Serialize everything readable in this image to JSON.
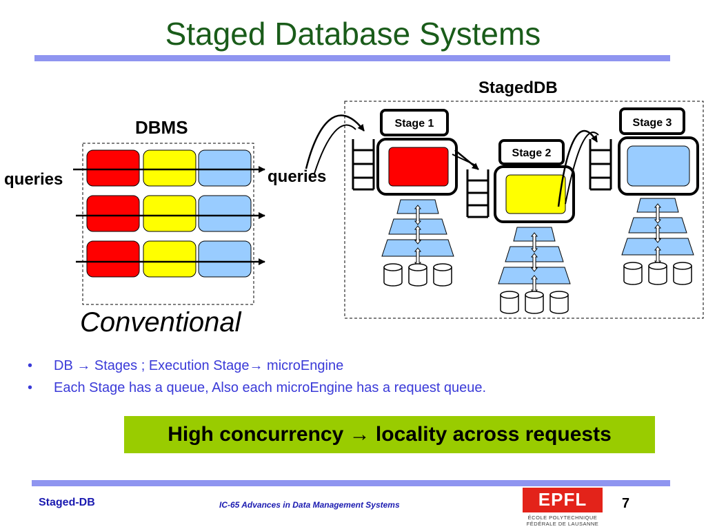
{
  "slide": {
    "title": "Staged Database Systems"
  },
  "diagram": {
    "conventional": {
      "dbms_label": "DBMS",
      "queries_label": "queries",
      "caption": "Conventional",
      "row_colors": [
        "#ff0000",
        "#ffff00",
        "#99ccff"
      ]
    },
    "staged": {
      "title": "StagedDB",
      "queries_label": "queries",
      "stages": [
        {
          "label": "Stage 1",
          "color": "#ff0000"
        },
        {
          "label": "Stage 2",
          "color": "#ffff00"
        },
        {
          "label": "Stage 3",
          "color": "#99ccff"
        }
      ]
    }
  },
  "bullets": {
    "items": [
      "DB → Stages ; Execution Stage→ microEngine",
      "Each Stage has a queue, Also each microEngine has a request queue."
    ]
  },
  "highlight": {
    "text": "High concurrency  →  locality across requests"
  },
  "footer": {
    "left": "Staged-DB",
    "center": "IC-65 Advances in Data Management Systems",
    "page": "7",
    "logo_word": "EPFL",
    "logo_line1": "ÉCOLE POLYTECHNIQUE",
    "logo_line2": "FÉDÉRALE DE LAUSANNE"
  },
  "colors": {
    "title": "#1a5c1a",
    "rule": "#8f95f0",
    "bullet_text": "#3a3ad8",
    "highlight_bg": "#99cc00",
    "footer_text": "#1a1ab0",
    "engine_fill": "#99ccff"
  }
}
